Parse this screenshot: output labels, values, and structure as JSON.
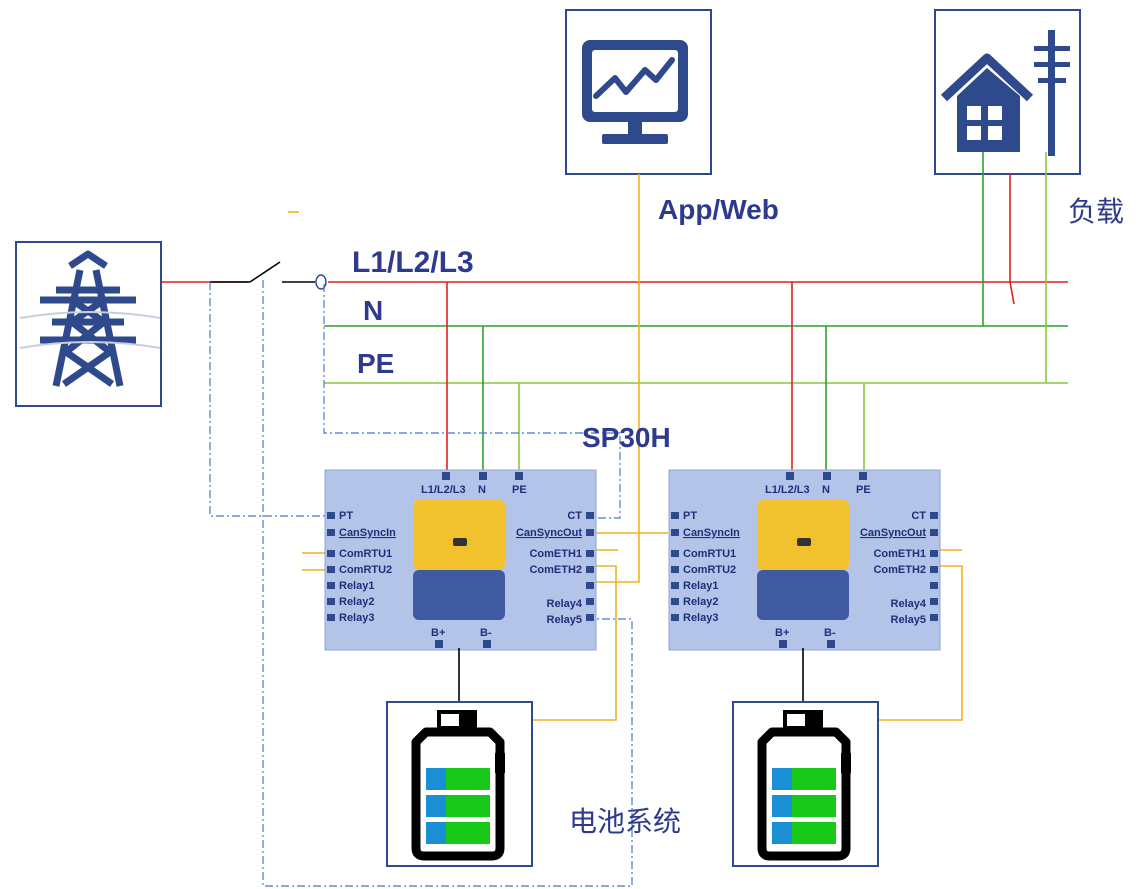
{
  "labels": {
    "line_phases": "L1/L2/L3",
    "neutral": "N",
    "protective_earth": "PE",
    "monitoring": "App/Web",
    "inverter_model": "SP30H",
    "load": "负载",
    "battery_system": "电池系统"
  },
  "inverters": [
    {
      "top_ports": [
        "L1/L2/L3",
        "N",
        "PE"
      ],
      "left_ports": [
        "PT",
        "CanSyncIn",
        "ComRTU1",
        "ComRTU2",
        "Relay1",
        "Relay2",
        "Relay3"
      ],
      "right_ports": [
        "CT",
        "CanSyncOut",
        "ComETH1",
        "ComETH2",
        "Relay4",
        "Relay5"
      ],
      "bottom_ports": [
        "B+",
        "B-"
      ]
    },
    {
      "top_ports": [
        "L1/L2/L3",
        "N",
        "PE"
      ],
      "left_ports": [
        "PT",
        "CanSyncIn",
        "ComRTU1",
        "ComRTU2",
        "Relay1",
        "Relay2",
        "Relay3"
      ],
      "right_ports": [
        "CT",
        "CanSyncOut",
        "ComETH1",
        "ComETH2",
        "Relay4",
        "Relay5"
      ],
      "bottom_ports": [
        "B+",
        "B-"
      ]
    }
  ],
  "icons": {
    "grid": "transmission-tower-icon",
    "monitor": "monitor-chart-icon",
    "load": "house-with-pole-icon",
    "battery": "battery-icon"
  },
  "colors": {
    "phase_line": "#e02020",
    "neutral_line": "#2ca02c",
    "pe_line": "#8cc63f",
    "comm_line": "#f2b31b",
    "dashdot_line": "#4a78c8",
    "icon_blue": "#2e4a8c",
    "label_blue": "#2e3a8c",
    "inverter_body": "#b4c4e8",
    "inverter_top": "#f2c12e",
    "inverter_bottom": "#3f5aa0",
    "battery_green": "#19c919",
    "battery_blue": "#1a8fd6"
  }
}
